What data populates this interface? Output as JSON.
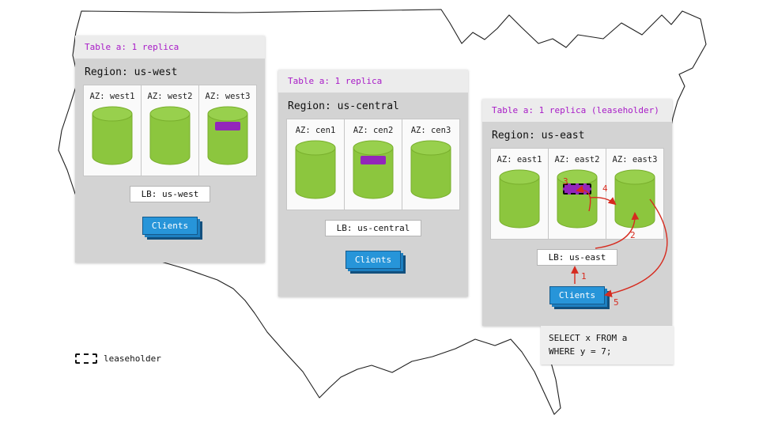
{
  "legend": {
    "label": "leaseholder"
  },
  "regions": [
    {
      "id": "us-west",
      "header": "Table a: 1 replica",
      "title": "Region: us-west",
      "azs": [
        {
          "label": "AZ: west1",
          "replica": false
        },
        {
          "label": "AZ: west2",
          "replica": false
        },
        {
          "label": "AZ: west3",
          "replica": true,
          "leaseholder": false
        }
      ],
      "lb": "LB: us-west",
      "clients": "Clients"
    },
    {
      "id": "us-central",
      "header": "Table a: 1 replica",
      "title": "Region: us-central",
      "azs": [
        {
          "label": "AZ: cen1",
          "replica": false
        },
        {
          "label": "AZ: cen2",
          "replica": true,
          "leaseholder": false
        },
        {
          "label": "AZ: cen3",
          "replica": false
        }
      ],
      "lb": "LB: us-central",
      "clients": "Clients"
    },
    {
      "id": "us-east",
      "header": "Table a: 1 replica (leaseholder)",
      "title": "Region: us-east",
      "azs": [
        {
          "label": "AZ: east1",
          "replica": false
        },
        {
          "label": "AZ: east2",
          "replica": true,
          "leaseholder": true
        },
        {
          "label": "AZ: east3",
          "replica": false
        }
      ],
      "lb": "LB: us-east",
      "clients": "Clients"
    }
  ],
  "east_flow": {
    "labels": [
      "1",
      "2",
      "3",
      "4",
      "5"
    ]
  },
  "sql": {
    "line1": "SELECT x FROM a",
    "line2": "WHERE y = 7;"
  },
  "colors": {
    "cylinder": "#8cc63e",
    "cylinder_top": "#98d04d",
    "replica": "#9326bb",
    "header_accent": "#a81bc7",
    "clients_blue": "#2795d9",
    "arrow_red": "#d62b1f"
  }
}
